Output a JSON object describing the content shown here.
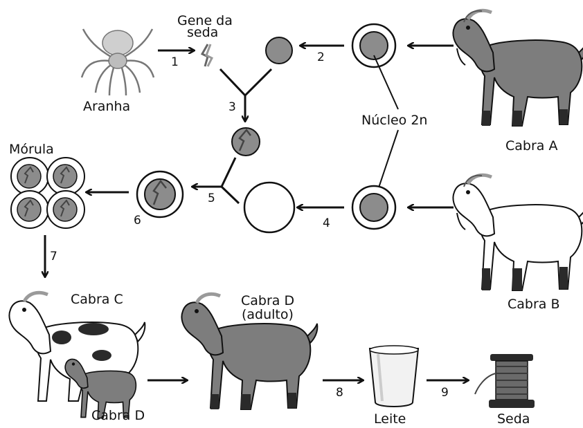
{
  "labels": {
    "spider": "Aranha",
    "gene_line1": "Gene da",
    "gene_line2": "seda",
    "nucleus": "Núcleo 2n",
    "goat_a": "Cabra A",
    "goat_b": "Cabra B",
    "morula": "Mórula",
    "goat_c": "Cabra C",
    "goat_d": "Cabra D",
    "goat_d_adult_line1": "Cabra D",
    "goat_d_adult_line2": "(adulto)",
    "milk": "Leite",
    "silk": "Seda"
  },
  "steps": [
    "1",
    "2",
    "3",
    "4",
    "5",
    "6",
    "7",
    "8",
    "9"
  ],
  "colors": {
    "stroke": "#111111",
    "cell_gray": "#8c8c8c",
    "goat_gray": "#7d7d7d",
    "goat_dark": "#2a2a2a",
    "goat_white": "#ffffff",
    "horn": "#9a9a9a"
  }
}
